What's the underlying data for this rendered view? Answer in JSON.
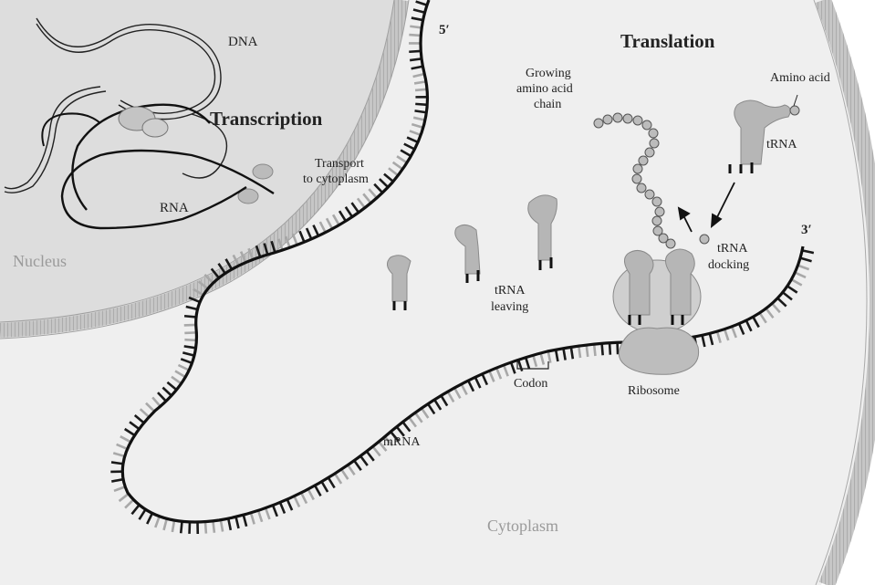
{
  "title_translation": "Translation",
  "title_transcription": "Transcription",
  "labels": {
    "dna": "DNA",
    "rna": "RNA",
    "nucleus": "Nucleus",
    "cytoplasm": "Cytoplasm",
    "transport_line1": "Transport",
    "transport_line2": "to cytoplasm",
    "five_prime": "5′",
    "three_prime": "3′",
    "growing_line1": "Growing",
    "growing_line2": "amino acid",
    "growing_line3": "chain",
    "amino_acid": "Amino acid",
    "trna": "tRNA",
    "trna_docking_line1": "tRNA",
    "trna_docking_line2": "docking",
    "trna_leaving_line1": "tRNA",
    "trna_leaving_line2": "leaving",
    "codon": "Codon",
    "ribosome": "Ribosome",
    "mrna": "mRNA"
  },
  "colors": {
    "nucleus_fill": "#dcdcdc",
    "cytoplasm_fill": "#efefef",
    "membrane": "#b8b8b8",
    "strand": "#111111",
    "base_dark": "#1a1a1a",
    "base_light": "#a8a8a8",
    "molecule": "#b4b4b4"
  }
}
